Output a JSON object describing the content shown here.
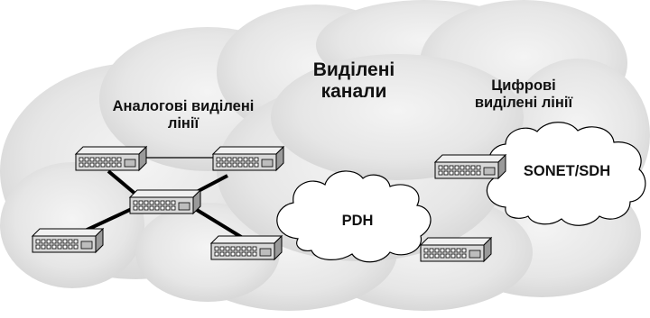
{
  "labels": {
    "leased_channels": [
      "Виділені",
      "канали"
    ],
    "analog_lines": [
      "Аналогові виділені",
      "лінії"
    ],
    "digital_lines": [
      "Цифрові",
      "виділені лінії"
    ],
    "pdh": "PDH",
    "sonet_sdh": "SONET/SDH"
  },
  "colors": {
    "cloud_fill": "#e8e8e8",
    "cloud_shade": "#d0d0d0",
    "white_cloud": "#ffffff",
    "outline": "#000000",
    "device_body": "#dcdcdc",
    "device_top": "#f2f2f2",
    "link": "#000000"
  },
  "icons": {
    "device": "network-switch-icon"
  }
}
